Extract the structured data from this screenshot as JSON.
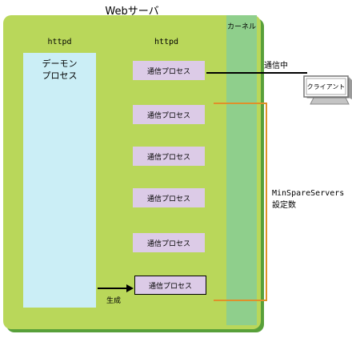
{
  "title": "Webサーバ",
  "kernel_label": "カーネル",
  "daemon_column_label": "httpd",
  "process_column_label": "httpd",
  "daemon_label": "デーモン\nプロセス",
  "processes": [
    "通信プロセス",
    "通信プロセス",
    "通信プロセス",
    "通信プロセス",
    "通信プロセス",
    "通信プロセス"
  ],
  "connection_label": "通信中",
  "client_label": "クライアント",
  "annotation_label": "MinSpareServers\n設定数",
  "generate_label": "生成",
  "colors": {
    "server": "#b9d75a",
    "server_shadow": "#58a03a",
    "kernel": "#8fcf8c",
    "daemon": "#cbeef6",
    "process": "#dccbe7",
    "bracket": "#e0902a"
  }
}
